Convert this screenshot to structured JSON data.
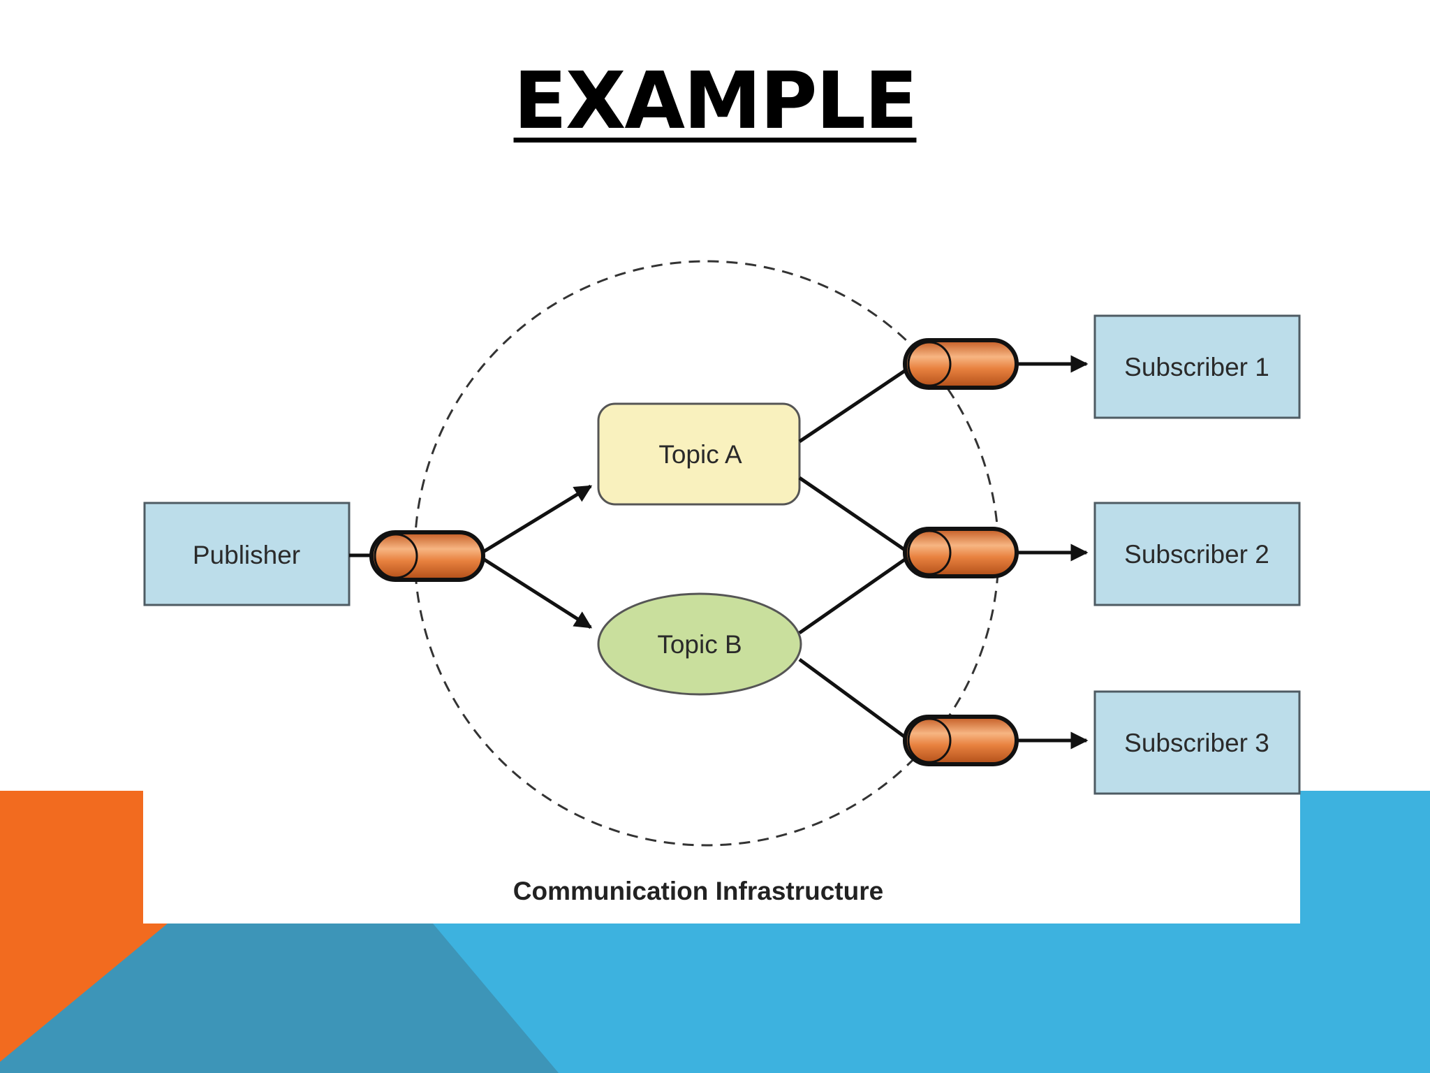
{
  "slide": {
    "title": "EXAMPLE",
    "colors": {
      "accent_orange": "#F26B1F",
      "accent_blue": "#3DB2DF",
      "accent_blue_dark": "#3D95B8"
    }
  },
  "diagram": {
    "publisher": "Publisher",
    "topics": [
      {
        "label": "Topic A",
        "shape": "rounded-rectangle",
        "color": "#F9F1BE"
      },
      {
        "label": "Topic B",
        "shape": "ellipse",
        "color": "#C9DF9D"
      }
    ],
    "subscribers": [
      "Subscriber 1",
      "Subscriber 2",
      "Subscriber 3"
    ],
    "infrastructure_label": "Communication Infrastructure",
    "colors": {
      "box_fill": "#BCDDEA",
      "box_stroke": "#4E5B63",
      "pipe_fill": "#E48346",
      "line": "#111111"
    }
  }
}
